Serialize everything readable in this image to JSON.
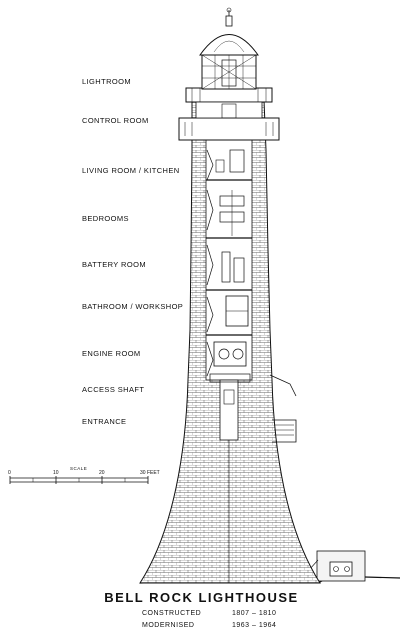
{
  "rooms": [
    "LIGHTROOM",
    "CONTROL ROOM",
    "LIVING ROOM / KITCHEN",
    "BEDROOMS",
    "BATTERY ROOM",
    "BATHROOM / WORKSHOP",
    "ENGINE ROOM",
    "ACCESS SHAFT",
    "ENTRANCE"
  ],
  "scale": {
    "title": "SCALE",
    "ticks": [
      "0",
      "10",
      "20",
      "30 FEET"
    ]
  },
  "title": "BELL ROCK LIGHTHOUSE",
  "constructed": {
    "label": "CONSTRUCTED",
    "years": "1807 – 1810"
  },
  "modernised": {
    "label": "MODERNISED",
    "years": "1963 – 1964"
  },
  "colors": {
    "ink": "#111111",
    "paper": "#ffffff"
  }
}
